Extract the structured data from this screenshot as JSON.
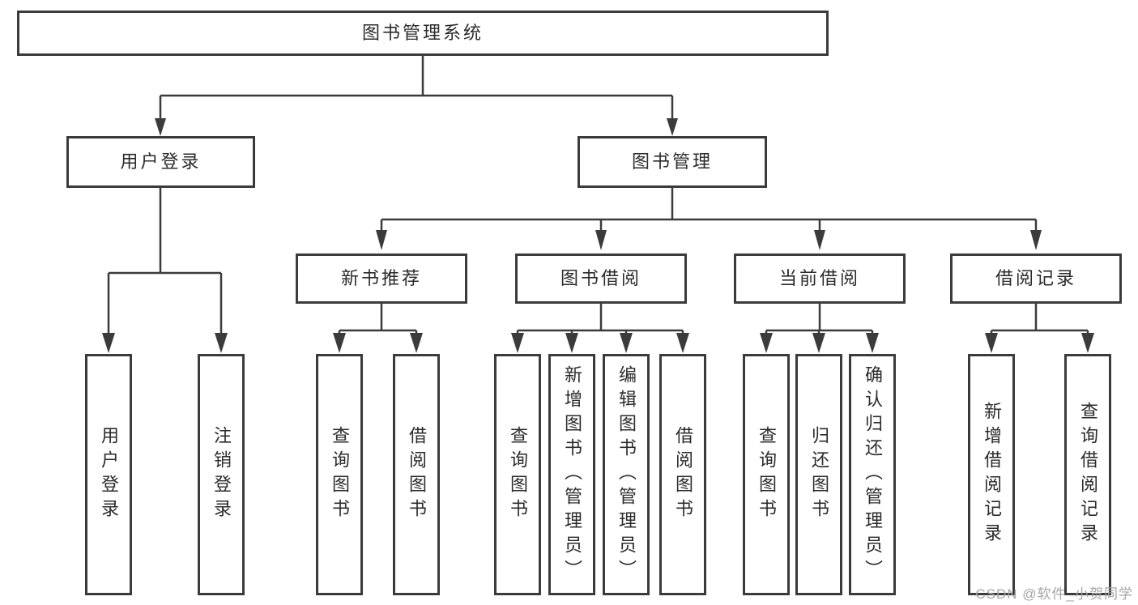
{
  "tree": {
    "root": {
      "label": "图书管理系统",
      "children": [
        {
          "label": "用户登录",
          "children": [
            {
              "label": "用户登录"
            },
            {
              "label": "注销登录"
            }
          ]
        },
        {
          "label": "图书管理",
          "children": [
            {
              "label": "新书推荐",
              "children": [
                {
                  "label": "查询图书"
                },
                {
                  "label": "借阅图书"
                }
              ]
            },
            {
              "label": "图书借阅",
              "children": [
                {
                  "label": "查询图书"
                },
                {
                  "label": "新增图书（管理员）"
                },
                {
                  "label": "编辑图书（管理员）"
                },
                {
                  "label": "借阅图书"
                }
              ]
            },
            {
              "label": "当前借阅",
              "children": [
                {
                  "label": "查询图书"
                },
                {
                  "label": "归还图书"
                },
                {
                  "label": "确认归还（管理员）"
                }
              ]
            },
            {
              "label": "借阅记录",
              "children": [
                {
                  "label": "新增借阅记录"
                },
                {
                  "label": "查询借阅记录"
                }
              ]
            }
          ]
        }
      ]
    }
  },
  "watermark": {
    "text": "CSDN @软件_小贺同学"
  },
  "colors": {
    "line": "#3b3b3b",
    "text": "#2b2b2b",
    "background": "#ffffff",
    "watermark": "#a5a5a5"
  }
}
